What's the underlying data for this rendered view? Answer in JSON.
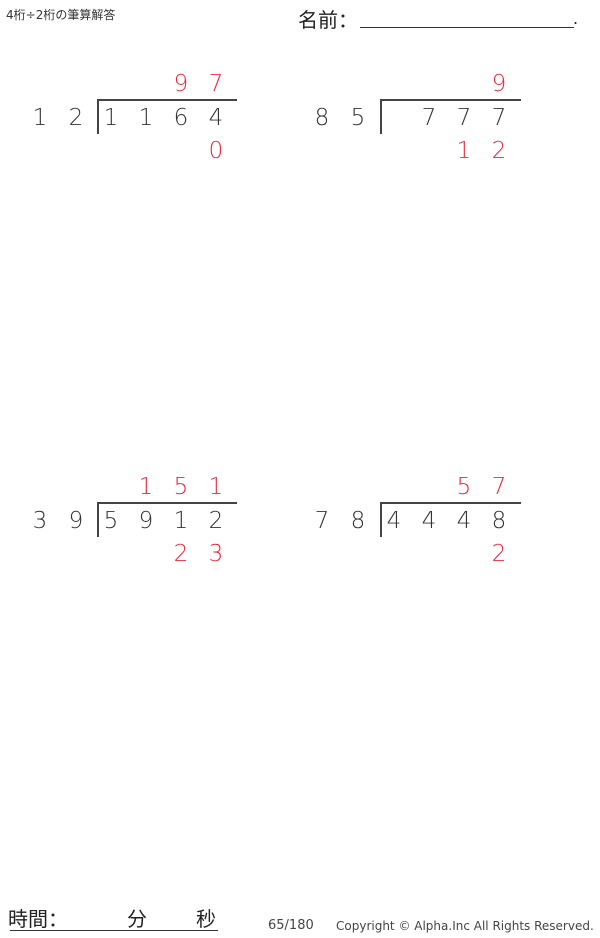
{
  "header": {
    "title": "4桁÷2桁の筆算解答",
    "name_label": "名前：",
    "name_end": "."
  },
  "problems": [
    {
      "divisor": [
        "1",
        "2"
      ],
      "dividend": [
        "1",
        "1",
        "6",
        "4"
      ],
      "quotient": [
        "",
        "",
        "9",
        "7"
      ],
      "remainder": [
        "",
        "",
        "",
        "0"
      ]
    },
    {
      "divisor": [
        "8",
        "5"
      ],
      "dividend": [
        "",
        "7",
        "7",
        "7"
      ],
      "quotient": [
        "",
        "",
        "",
        "9"
      ],
      "remainder": [
        "",
        "",
        "1",
        "2"
      ]
    },
    {
      "divisor": [
        "3",
        "9"
      ],
      "dividend": [
        "5",
        "9",
        "1",
        "2"
      ],
      "quotient": [
        "",
        "1",
        "5",
        "1"
      ],
      "remainder": [
        "",
        "",
        "2",
        "3"
      ]
    },
    {
      "divisor": [
        "7",
        "8"
      ],
      "dividend": [
        "4",
        "4",
        "4",
        "8"
      ],
      "quotient": [
        "",
        "",
        "5",
        "7"
      ],
      "remainder": [
        "",
        "",
        "",
        "2"
      ]
    }
  ],
  "footer": {
    "time_label": "時間：",
    "minutes_label": "分",
    "seconds_label": "秒",
    "page": "65/180",
    "copyright": "Copyright © Alpha.Inc All Rights Reserved."
  },
  "colors": {
    "answer": "#e8283c",
    "text": "#333333"
  }
}
